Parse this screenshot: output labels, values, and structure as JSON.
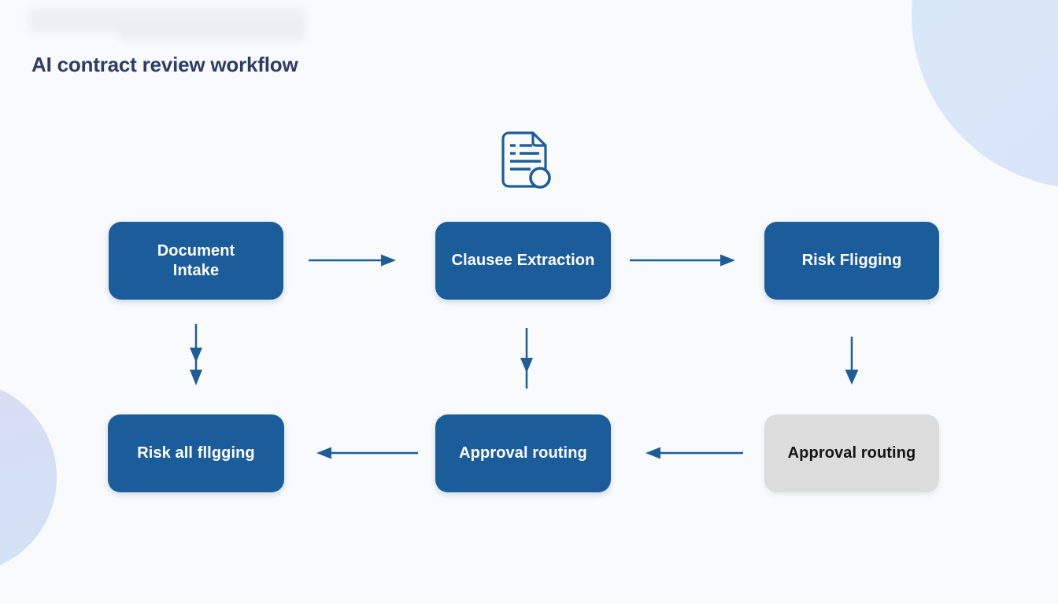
{
  "title": "AI contract review workflow",
  "colors": {
    "background": "#f8fafb",
    "node_blue": "#1b5c9b",
    "node_gray": "#dcdcdc",
    "node_text_light": "#ffffff",
    "node_text_dark": "#141414",
    "title_text": "#2d3c63",
    "arrow": "#1d5d98",
    "corner_circle_top_right": "#d9e6f8",
    "corner_circle_bottom_left": "#d6def5"
  },
  "diagram": {
    "icon": "document-review-icon",
    "nodes": [
      {
        "id": "document-intake",
        "label": "Document\nIntake",
        "variant": "blue"
      },
      {
        "id": "clausee-extraction",
        "label": "Clausee Extraction",
        "variant": "blue"
      },
      {
        "id": "risk-fligging",
        "label": "Risk Fligging",
        "variant": "blue"
      },
      {
        "id": "risk-all-fllgging",
        "label": "Risk all fllgging",
        "variant": "blue"
      },
      {
        "id": "approval-routing",
        "label": "Approval routing",
        "variant": "blue"
      },
      {
        "id": "approval-routing-gray",
        "label": "Approval routing",
        "variant": "gray"
      }
    ],
    "connections": [
      {
        "from": "document-intake",
        "to": "clausee-extraction",
        "direction": "right"
      },
      {
        "from": "clausee-extraction",
        "to": "risk-fligging",
        "direction": "right"
      },
      {
        "from": "document-intake",
        "to": "risk-all-fllgging",
        "direction": "down",
        "note": "double arrowhead"
      },
      {
        "from": "clausee-extraction",
        "to": "approval-routing",
        "direction": "down",
        "note": "arrowhead mid-line"
      },
      {
        "from": "risk-fligging",
        "to": "approval-routing-gray",
        "direction": "down"
      },
      {
        "from": "approval-routing-gray",
        "to": "approval-routing",
        "direction": "left"
      },
      {
        "from": "approval-routing",
        "to": "risk-all-fllgging",
        "direction": "left"
      }
    ]
  }
}
